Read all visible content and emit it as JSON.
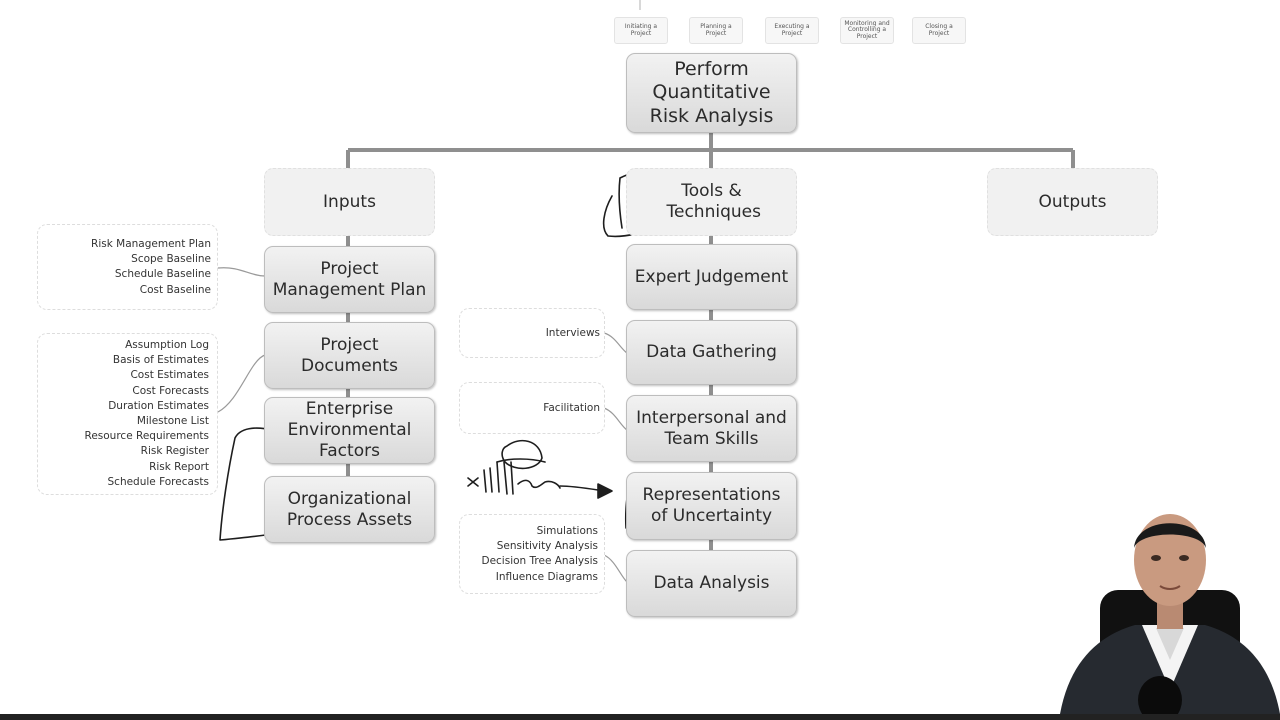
{
  "top_process_groups": [
    "Initiating a Project",
    "Planning a Project",
    "Executing a Project",
    "Monitoring and Controlling a Project",
    "Closing a Project"
  ],
  "main_title": "Perform Quantitative Risk Analysis",
  "columns": {
    "inputs": {
      "header": "Inputs",
      "items": [
        "Project Management Plan",
        "Project Documents",
        "Enterprise Environmental Factors",
        "Organizational Process Assets"
      ]
    },
    "tools": {
      "header": "Tools & Techniques",
      "items": [
        "Expert Judgement",
        "Data Gathering",
        "Interpersonal and Team Skills",
        "Representations of Uncertainty",
        "Data Analysis"
      ]
    },
    "outputs": {
      "header": "Outputs"
    }
  },
  "notes": {
    "pm_plan": [
      "Risk Management Plan",
      "Scope Baseline",
      "Schedule Baseline",
      "Cost Baseline"
    ],
    "project_documents": [
      "Assumption Log",
      "Basis of Estimates",
      "Cost Estimates",
      "Cost Forecasts",
      "Duration Estimates",
      "Milestone List",
      "Resource Requirements",
      "Risk Register",
      "Risk Report",
      "Schedule Forecasts"
    ],
    "data_gathering": [
      "Interviews"
    ],
    "interpersonal": [
      "Facilitation"
    ],
    "data_analysis": [
      "Simulations",
      "Sensitivity Analysis",
      "Decision Tree Analysis",
      "Influence Diagrams"
    ]
  }
}
